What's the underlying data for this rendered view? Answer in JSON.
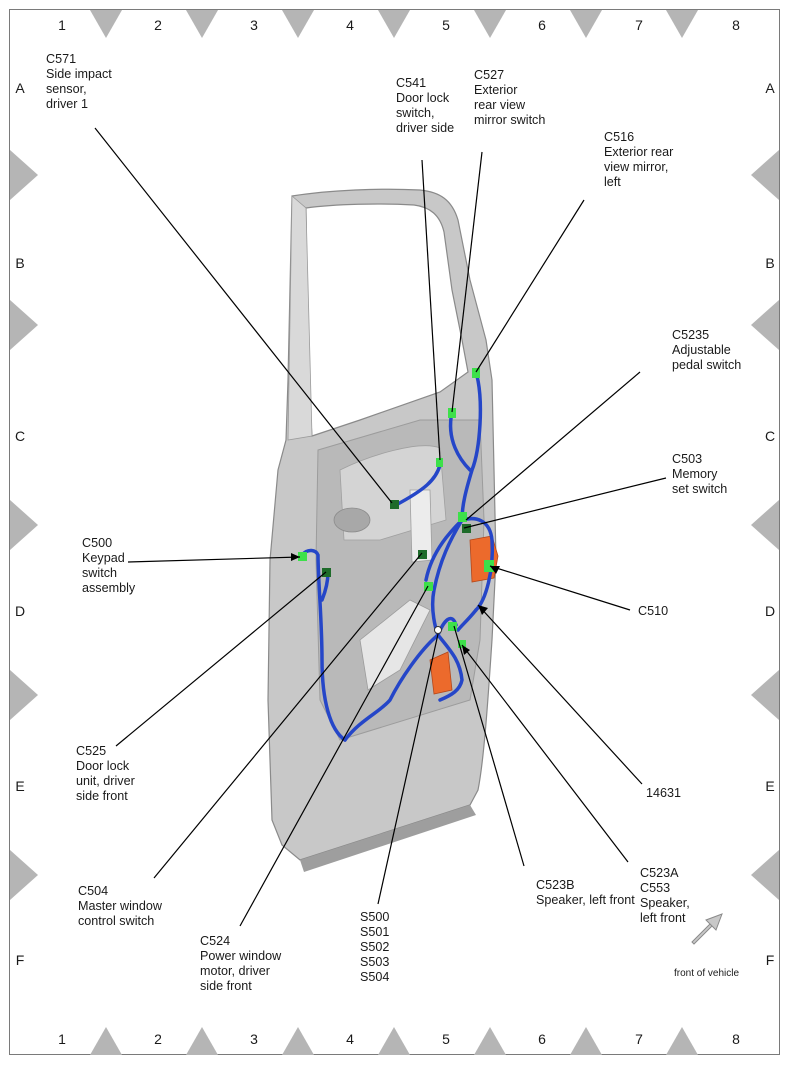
{
  "grid": {
    "columns": [
      "1",
      "2",
      "3",
      "4",
      "5",
      "6",
      "7",
      "8"
    ],
    "rows": [
      "A",
      "B",
      "C",
      "D",
      "E",
      "F"
    ]
  },
  "callouts": {
    "c571": "C571\nSide impact\nsensor,\ndriver 1",
    "c541": "C541\nDoor lock\nswitch,\ndriver side",
    "c527": "C527\nExterior\nrear view\nmirror switch",
    "c516": "C516\nExterior rear\nview mirror,\nleft",
    "c5235": "C5235\nAdjustable\npedal switch",
    "c503": "C503\nMemory\nset switch",
    "c500": "C500\nKeypad\nswitch\nassembly",
    "c510": "C510",
    "c525": "C525\nDoor lock\nunit, driver\nside front",
    "h14631": "14631",
    "c504": "C504\nMaster window\ncontrol switch",
    "c524": "C524\nPower window\nmotor, driver\nside front",
    "splices": "S500\nS501\nS502\nS503\nS504",
    "c523b": "C523B\nSpeaker, left front",
    "c523a": "C523A\nC553\nSpeaker,\nleft front"
  },
  "orientation": {
    "label": "front of vehicle",
    "icon": "arrow-up-right-icon"
  },
  "colors": {
    "harness": "#2546c8",
    "connector": "#3de04a",
    "connector_dark": "#1e6b2a",
    "bracket": "#ec6a2c",
    "door_fill": "#c8c8c8",
    "door_edge": "#8a8a8a",
    "grid_marker": "#b5b5b5"
  }
}
